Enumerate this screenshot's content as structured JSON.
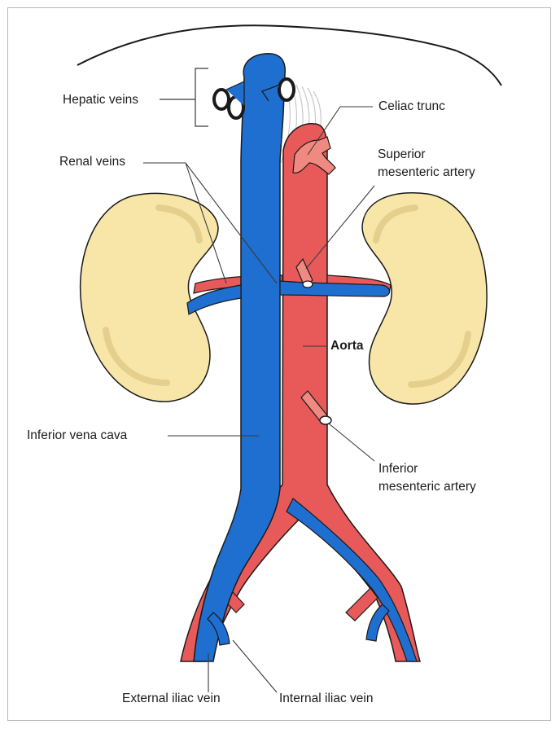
{
  "labels": {
    "hepatic_veins": "Hepatic veins",
    "celiac_trunc": "Celiac trunc",
    "renal_veins": "Renal veins",
    "superior_mesenteric_artery_1": "Superior",
    "superior_mesenteric_artery_2": "mesenteric artery",
    "aorta": "Aorta",
    "inferior_vena_cava": "Inferior vena cava",
    "inferior_mesenteric_artery_1": "Inferior",
    "inferior_mesenteric_artery_2": "mesenteric artery",
    "external_iliac_vein": "External iliac vein",
    "internal_iliac_vein": "Internal iliac vein"
  },
  "colors": {
    "vein": "#1e6fd0",
    "artery": "#e85a5a",
    "artery_light": "#f08a80",
    "kidney": "#f8e6a8",
    "kidney_shade": "#e5cf8c",
    "outline": "#1a1a1a",
    "leader": "#3a3a3a",
    "border": "#b9b9b9"
  }
}
